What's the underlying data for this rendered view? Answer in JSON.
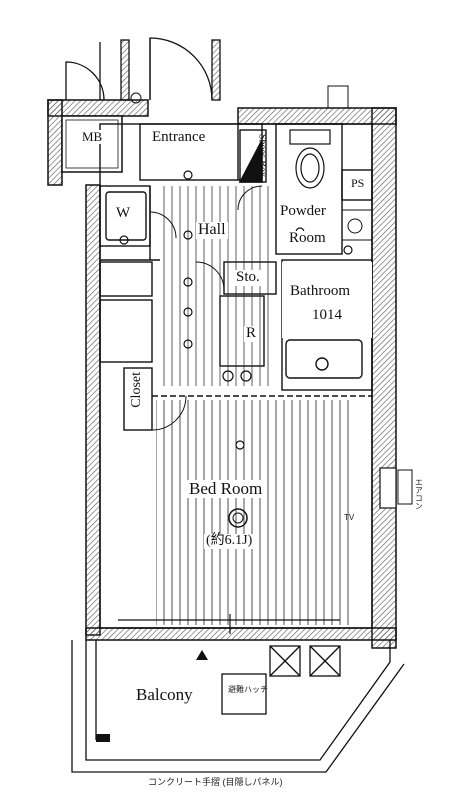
{
  "rooms": {
    "mb": "MB",
    "entrance": "Entrance",
    "shoes_box": "Shoes Box",
    "ps": "PS",
    "powder_room_line1": "Powder",
    "powder_room_line2": "Room",
    "w": "W",
    "hall": "Hall",
    "sto": "Sto.",
    "bathroom_line1": "Bathroom",
    "bathroom_line2": "1014",
    "r": "R",
    "closet": "Closet",
    "bedroom_line1": "Bed Room",
    "bedroom_line2": "(約6.1J)",
    "balcony": "Balcony"
  },
  "annotations": {
    "bottom_note": "コンクリート手摺 (目隠しパネル)",
    "balcony_box": "避難ハッチ",
    "right_note": "エアコン",
    "tv_mark": "TV"
  },
  "colors": {
    "line": "#111111",
    "hatch": "#555555",
    "background": "#ffffff"
  }
}
